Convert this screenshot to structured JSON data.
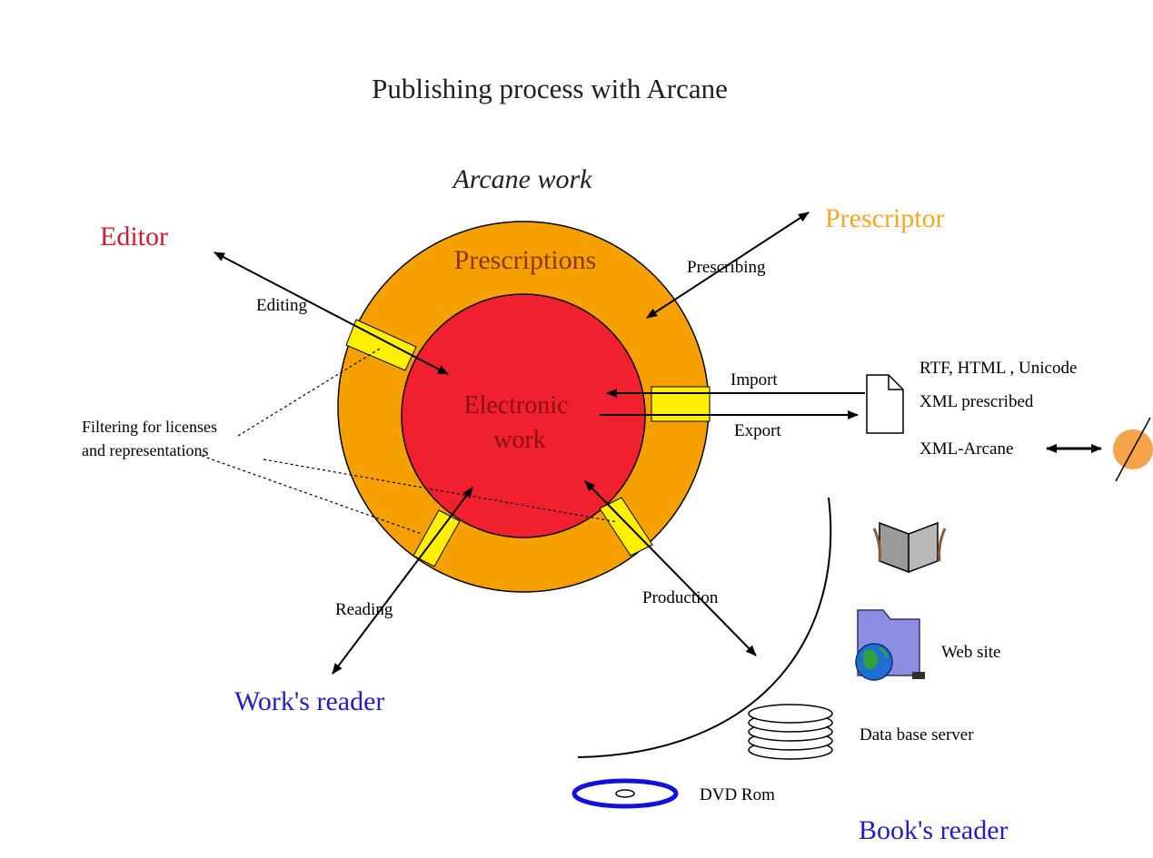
{
  "title": "Publishing process with Arcane",
  "work_label": "Arcane work",
  "rings": {
    "outer_label": "Prescriptions",
    "inner_label_line1": "Electronic",
    "inner_label_line2": "work"
  },
  "actors": {
    "editor": "Editor",
    "prescriptor": "Prescriptor",
    "works_reader": "Work's reader",
    "books_reader": "Book's reader"
  },
  "flows": {
    "editing": "Editing",
    "prescribing": "Prescribing",
    "import": "Import",
    "export": "Export",
    "reading": "Reading",
    "production": "Production"
  },
  "filter_note": {
    "line1": "Filtering for licenses",
    "line2": "and representations"
  },
  "formats": {
    "line1": "RTF, HTML , Unicode",
    "line2": "XML prescribed",
    "arcane": "XML-Arcane"
  },
  "outputs": {
    "web": "Web site",
    "db": "Data base server",
    "dvd": "DVD Rom"
  },
  "colors": {
    "outer_ring": "#F6A000",
    "inner_disc": "#F0202E",
    "filter_gate": "#FFF000",
    "editor_text": "#D01C2C",
    "prescriptor_text": "#F5A623",
    "reader_text": "#2020C0",
    "title_text": "#202020",
    "dvd_blue": "#1010E0",
    "node_sun": "#F6A34A"
  },
  "icons": {
    "document": "document-icon",
    "book": "open-book-icon",
    "web": "globe-folder-icon",
    "db": "database-stack-icon",
    "dvd": "dvd-disc-icon",
    "node": "sun-node-icon"
  }
}
